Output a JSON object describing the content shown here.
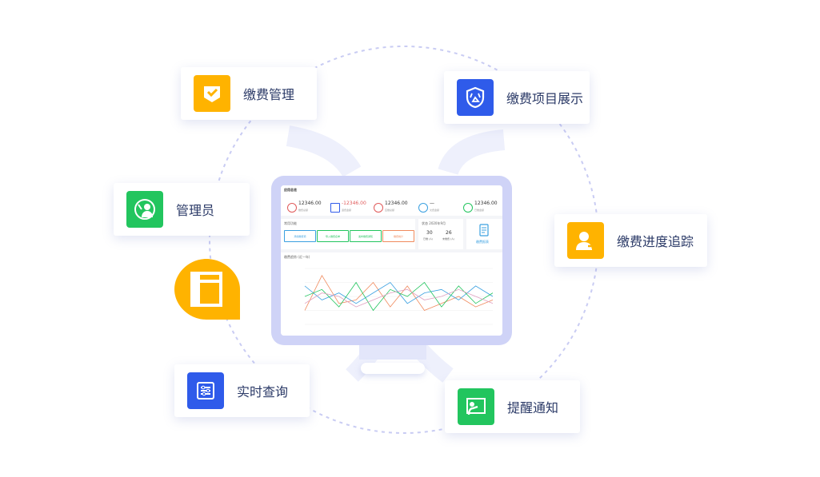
{
  "features": [
    {
      "id": "fee-management",
      "label": "缴费管理",
      "icon": "heart-check-badge-icon",
      "color": "#ffb300"
    },
    {
      "id": "fee-items",
      "label": "缴费项目展示",
      "icon": "shield-public-icon",
      "color": "#2f5bea"
    },
    {
      "id": "admin",
      "label": "管理员",
      "icon": "admin-user-icon",
      "color": "#22c55e"
    },
    {
      "id": "progress",
      "label": "缴费进度追踪",
      "icon": "user-arrow-icon",
      "color": "#ffb300"
    },
    {
      "id": "realtime-query",
      "label": "实时查询",
      "icon": "sliders-list-icon",
      "color": "#2f5bea"
    },
    {
      "id": "reminder",
      "label": "提醒通知",
      "icon": "presenter-board-icon",
      "color": "#22c55e"
    }
  ],
  "dashboard": {
    "title": "应用总览",
    "stats": [
      {
        "value": "12346.00",
        "sub": "缴费总额",
        "color": "#e05a5a"
      },
      {
        "value": "-12346.00",
        "sub": "退费金额",
        "color": "#e05a5a"
      },
      {
        "value": "12346.00",
        "sub": "应缴总额",
        "color": "#e05a5a"
      },
      {
        "value": "—",
        "sub": "欠费金额",
        "color": "#3aa0e0"
      },
      {
        "value": "12346.00",
        "sub": "已缴金额",
        "color": "#22c55e"
      }
    ],
    "quick_title": "常用功能",
    "quick_buttons": [
      {
        "label": "添加缴费项",
        "color": "#3aa0e0"
      },
      {
        "label": "导入缴费名单",
        "color": "#22c55e"
      },
      {
        "label": "发布缴费通知",
        "color": "#22c55e"
      },
      {
        "label": "缴费统计",
        "color": "#f08a5d"
      }
    ],
    "status_title": "状态 2020年9月",
    "status_values": [
      {
        "value": "30",
        "sub": "已缴 (人)"
      },
      {
        "value": "26",
        "sub": "未缴费 (人)"
      }
    ],
    "report_label": "缴费报表",
    "chart_title": "缴费趋势 (近一年)"
  },
  "chart_data": {
    "type": "line",
    "series": [
      {
        "values": [
          20,
          70,
          30,
          35,
          60,
          25,
          55,
          20,
          30,
          40,
          25,
          35
        ]
      },
      {
        "values": [
          55,
          35,
          45,
          30,
          45,
          60,
          30,
          45,
          50,
          35,
          55,
          40
        ]
      },
      {
        "values": [
          40,
          50,
          25,
          60,
          20,
          50,
          40,
          60,
          25,
          55,
          30,
          45
        ]
      },
      {
        "values": [
          30,
          45,
          40,
          25,
          35,
          45,
          50,
          35,
          40,
          50,
          40,
          30
        ]
      }
    ],
    "colors": [
      "#f08a5d",
      "#3aa0e0",
      "#22c55e",
      "#e0a0c0"
    ],
    "ylim": [
      0,
      80
    ]
  }
}
